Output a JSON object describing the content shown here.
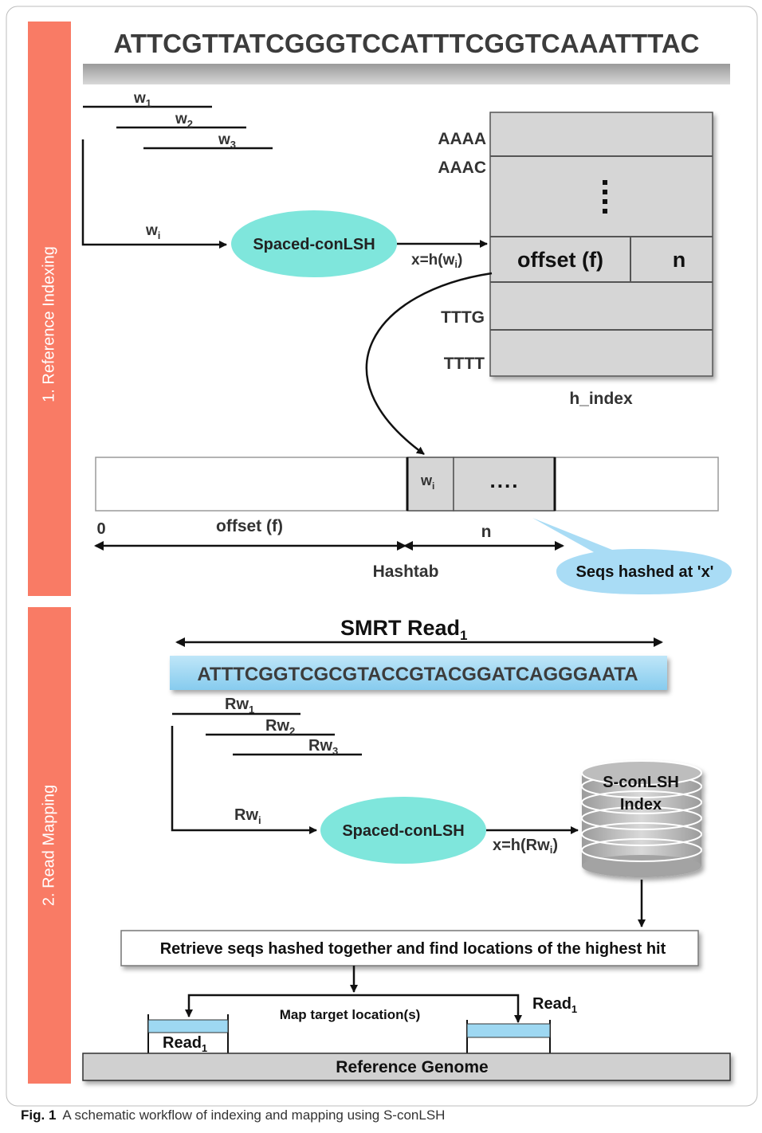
{
  "reference_indexing": {
    "side_label": "1. Reference Indexing",
    "reference_sequence": "ATTCGTTATCGGGTCCATTTCGGTCAAATTTAC",
    "windows": [
      {
        "base": "w",
        "sub": "1"
      },
      {
        "base": "w",
        "sub": "2"
      },
      {
        "base": "w",
        "sub": "3"
      }
    ],
    "wi": {
      "base": "w",
      "sub": "i"
    },
    "hash_function": "Spaced-conLSH",
    "hash_expr": {
      "pre": "x=h(w",
      "sub": "i",
      "post": ")"
    },
    "h_index": {
      "rows": [
        "AAAA",
        "AAAC",
        "TTTG",
        "TTTT"
      ],
      "cell_offset": "offset (f)",
      "cell_n": "n",
      "label": "h_index"
    },
    "hashtab": {
      "cell_wi": {
        "base": "w",
        "sub": "i"
      },
      "cell_dots": "....",
      "zero": "0",
      "offset_label": "offset (f)",
      "n_label": "n",
      "label": "Hashtab",
      "callout": "Seqs hashed at 'x'"
    }
  },
  "read_mapping": {
    "side_label": "2. Read Mapping",
    "read_title": {
      "base": "SMRT Read",
      "sub": "1"
    },
    "read_sequence": "ATTTCGGTCGCGTACCGTACGGATCAGGGAATA",
    "windows": [
      {
        "base": "Rw",
        "sub": "1"
      },
      {
        "base": "Rw",
        "sub": "2"
      },
      {
        "base": "Rw",
        "sub": "3"
      }
    ],
    "rwi": {
      "base": "Rw",
      "sub": "i"
    },
    "hash_function": "Spaced-conLSH",
    "hash_expr": {
      "pre": "x=h(Rw",
      "sub": "i",
      "post": ")"
    },
    "index_label": [
      "S-conLSH",
      "Index"
    ],
    "retrieve_text": "Retrieve seqs hashed together and find locations of the highest hit",
    "map_target": "Map target location(s)",
    "read_left": {
      "base": "Read",
      "sub": "1"
    },
    "read_right": {
      "base": "Read",
      "sub": "1"
    },
    "reference_genome": "Reference Genome"
  },
  "caption": {
    "fig_label": "Fig. 1",
    "text": "A schematic workflow of indexing and mapping using S-conLSH"
  },
  "colors": {
    "side_panel": "#f97b65",
    "hash_ellipse": "#7fe6dc",
    "read_bar": "#9ed8f2",
    "callout": "#a9dcf5",
    "table_fill": "#d6d6d6",
    "genome_bar": "#d0d0d0"
  }
}
